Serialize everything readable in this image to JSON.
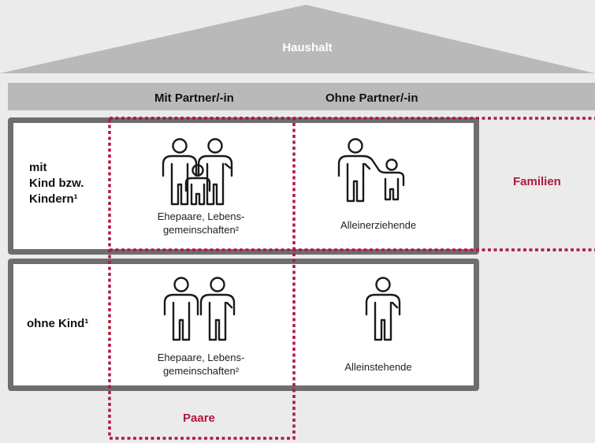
{
  "roof": {
    "title": "Haushalt"
  },
  "header": {
    "col1": "Mit Partner/-in",
    "col2": "Ohne Partner/-in"
  },
  "rows": [
    {
      "label_lines": [
        "mit",
        "Kind bzw.",
        "Kindern¹"
      ]
    },
    {
      "label_lines": [
        "ohne Kind¹"
      ]
    }
  ],
  "cells": {
    "row1_col1": [
      "Ehepaare, Lebens-",
      "gemeinschaften²"
    ],
    "row1_col2": [
      "Alleinerziehende"
    ],
    "row2_col1": [
      "Ehepaare, Lebens-",
      "gemeinschaften²"
    ],
    "row2_col2": [
      "Alleinstehende"
    ]
  },
  "groups": {
    "familien": "Familien",
    "paare": "Paare"
  },
  "colors": {
    "background": "#ebebeb",
    "roof": "#b9b9b9",
    "box_border": "#6e6e6e",
    "accent": "#b0183f"
  },
  "icons": {
    "row1_col1": "family-icon",
    "row1_col2": "single-parent-icon",
    "row2_col1": "couple-icon",
    "row2_col2": "single-person-icon"
  }
}
